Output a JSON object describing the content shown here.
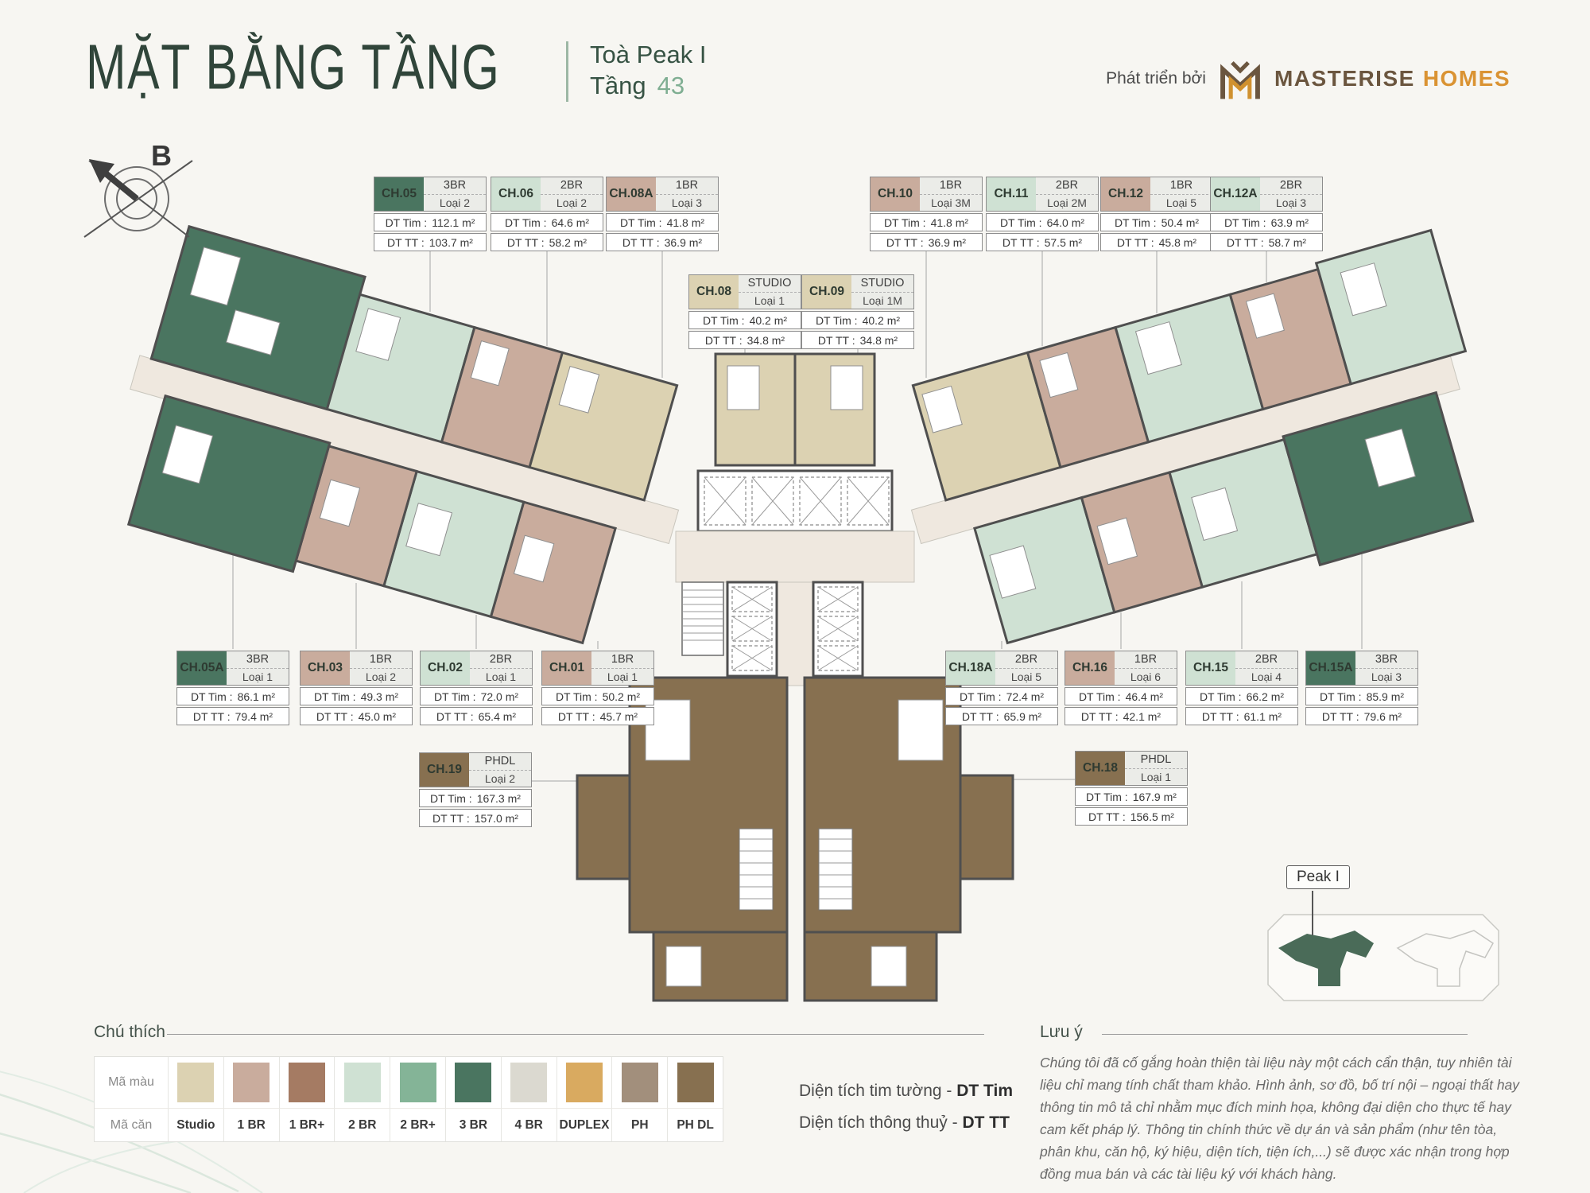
{
  "header": {
    "title": "MẶT BẰNG TẦNG",
    "building": "Toà Peak I",
    "floor_label": "Tầng",
    "floor_number": "43",
    "developer_prefix": "Phát triển bởi",
    "brand_primary": "MASTERISE",
    "brand_secondary": "HOMES"
  },
  "compass": {
    "label": "B"
  },
  "card_labels": {
    "tim": "DT Tim :",
    "tt": "DT TT :"
  },
  "units": [
    {
      "code": "CH.05",
      "type": "3BR",
      "loai": "Loại 2",
      "tim": "112.1 m²",
      "tt": "103.7 m²",
      "category": "3 BR"
    },
    {
      "code": "CH.06",
      "type": "2BR",
      "loai": "Loại 2",
      "tim": "64.6 m²",
      "tt": "58.2 m²",
      "category": "2 BR"
    },
    {
      "code": "CH.08A",
      "type": "1BR",
      "loai": "Loại 3",
      "tim": "41.8 m²",
      "tt": "36.9 m²",
      "category": "1 BR"
    },
    {
      "code": "CH.08",
      "type": "STUDIO",
      "loai": "Loại 1",
      "tim": "40.2 m²",
      "tt": "34.8 m²",
      "category": "Studio"
    },
    {
      "code": "CH.09",
      "type": "STUDIO",
      "loai": "Loại 1M",
      "tim": "40.2 m²",
      "tt": "34.8 m²",
      "category": "Studio"
    },
    {
      "code": "CH.10",
      "type": "1BR",
      "loai": "Loại 3M",
      "tim": "41.8 m²",
      "tt": "36.9 m²",
      "category": "1 BR"
    },
    {
      "code": "CH.11",
      "type": "2BR",
      "loai": "Loại 2M",
      "tim": "64.0 m²",
      "tt": "57.5 m²",
      "category": "2 BR"
    },
    {
      "code": "CH.12",
      "type": "1BR",
      "loai": "Loại 5",
      "tim": "50.4 m²",
      "tt": "45.8 m²",
      "category": "1 BR"
    },
    {
      "code": "CH.12A",
      "type": "2BR",
      "loai": "Loại 3",
      "tim": "63.9 m²",
      "tt": "58.7 m²",
      "category": "2 BR"
    },
    {
      "code": "CH.05A",
      "type": "3BR",
      "loai": "Loại 1",
      "tim": "86.1 m²",
      "tt": "79.4 m²",
      "category": "3 BR"
    },
    {
      "code": "CH.03",
      "type": "1BR",
      "loai": "Loại 2",
      "tim": "49.3 m²",
      "tt": "45.0 m²",
      "category": "1 BR"
    },
    {
      "code": "CH.02",
      "type": "2BR",
      "loai": "Loại 1",
      "tim": "72.0 m²",
      "tt": "65.4 m²",
      "category": "2 BR"
    },
    {
      "code": "CH.01",
      "type": "1BR",
      "loai": "Loại 1",
      "tim": "50.2 m²",
      "tt": "45.7 m²",
      "category": "1 BR"
    },
    {
      "code": "CH.18A",
      "type": "2BR",
      "loai": "Loại 5",
      "tim": "72.4 m²",
      "tt": "65.9 m²",
      "category": "2 BR"
    },
    {
      "code": "CH.16",
      "type": "1BR",
      "loai": "Loại 6",
      "tim": "46.4 m²",
      "tt": "42.1 m²",
      "category": "1 BR"
    },
    {
      "code": "CH.15",
      "type": "2BR",
      "loai": "Loại 4",
      "tim": "66.2 m²",
      "tt": "61.1 m²",
      "category": "2 BR"
    },
    {
      "code": "CH.15A",
      "type": "3BR",
      "loai": "Loại 3",
      "tim": "85.9 m²",
      "tt": "79.6 m²",
      "category": "3 BR"
    },
    {
      "code": "CH.19",
      "type": "PHDL",
      "loai": "Loại 2",
      "tim": "167.3 m²",
      "tt": "157.0 m²",
      "category": "PH DL"
    },
    {
      "code": "CH.18",
      "type": "PHDL",
      "loai": "Loại 1",
      "tim": "167.9 m²",
      "tt": "156.5 m²",
      "category": "PH DL"
    }
  ],
  "legend": {
    "title": "Chú thích",
    "color_row_label": "Mã màu",
    "unit_row_label": "Mã căn",
    "items": [
      {
        "label": "Studio",
        "color": "#dcd2b2"
      },
      {
        "label": "1 BR",
        "color": "#c9ac9d"
      },
      {
        "label": "1 BR+",
        "color": "#a57b63"
      },
      {
        "label": "2 BR",
        "color": "#cfe1d3"
      },
      {
        "label": "2 BR+",
        "color": "#84b497"
      },
      {
        "label": "3 BR",
        "color": "#4a7560"
      },
      {
        "label": "4 BR",
        "color": "#dbd9d0"
      },
      {
        "label": "DUPLEX",
        "color": "#d9aa60"
      },
      {
        "label": "PH",
        "color": "#a28f7c"
      },
      {
        "label": "PH DL",
        "color": "#877050"
      }
    ]
  },
  "area_notes": {
    "tim_text": "Diện tích tim tường - ",
    "tim_bold": "DT Tim",
    "tt_text": "Diện tích thông thuỷ - ",
    "tt_bold": "DT TT"
  },
  "note": {
    "title": "Lưu ý",
    "body": "Chúng tôi đã cố gắng hoàn thiện tài liệu này một cách cẩn thận, tuy nhiên tài liệu chỉ mang tính chất tham khảo. Hình ảnh, sơ đồ, bố trí nội – ngoại thất hay thông tin mô tả chỉ nhằm mục đích minh họa, không đại diện cho thực tế hay cam kết pháp lý. Thông tin chính thức về dự án và sản phẩm (như tên tòa, phân khu, căn hộ, ký hiệu, diện tích, tiện ích,...) sẽ được xác nhận trong hợp đồng mua bán và các tài liệu ký với khách hàng."
  },
  "minimap": {
    "label": "Peak I"
  }
}
